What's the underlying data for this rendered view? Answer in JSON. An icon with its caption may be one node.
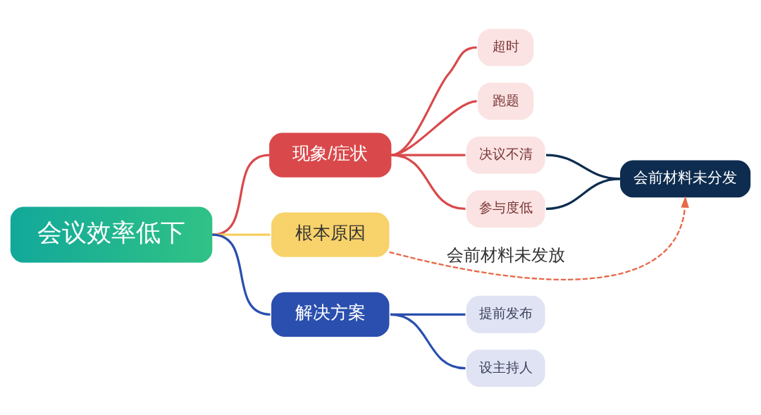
{
  "diagram": {
    "nodes": [
      {
        "text": [
          "会议效率低下"
        ]
      },
      {
        "text": [
          "现象/症状"
        ]
      },
      {
        "text": [
          "超时"
        ]
      },
      {
        "text": [
          "跑题"
        ]
      },
      {
        "text": [
          "决议不清"
        ]
      },
      {
        "text": [
          "参与度低"
        ]
      },
      {
        "text": [
          "会前材料未分发"
        ]
      },
      {
        "text": [
          "根本原因"
        ]
      },
      {
        "text": [
          "解决方案"
        ]
      },
      {
        "text": [
          "提前发布"
        ]
      },
      {
        "text": [
          "设主持人"
        ]
      }
    ],
    "edges": [
      {
        "from": 0,
        "to": 1,
        "arrow": "none"
      },
      {
        "from": 1,
        "to": 2,
        "arrow": "none"
      },
      {
        "from": 1,
        "to": 3,
        "arrow": "none"
      },
      {
        "from": 1,
        "to": 4,
        "arrow": "none"
      },
      {
        "from": 1,
        "to": 5,
        "arrow": "none"
      },
      {
        "from": 4,
        "to": 6,
        "arrow": "none",
        "color": "#0d2c4f"
      },
      {
        "from": 5,
        "to": 6,
        "arrow": "none",
        "color": "#0d2c4f"
      },
      {
        "from": 0,
        "to": 7,
        "arrow": "none",
        "color": "#f7cf5f"
      },
      {
        "from": 7,
        "to": 6,
        "arrow": "to",
        "label": "会前材料未发放",
        "style": "dashed",
        "color": "#e8694a"
      },
      {
        "from": 0,
        "to": 8,
        "arrow": "none",
        "color": "#2a4fae"
      },
      {
        "from": 8,
        "to": 9,
        "arrow": "none",
        "color": "#2a4fae"
      },
      {
        "from": 8,
        "to": 10,
        "arrow": "none",
        "color": "#2a4fae"
      }
    ]
  }
}
